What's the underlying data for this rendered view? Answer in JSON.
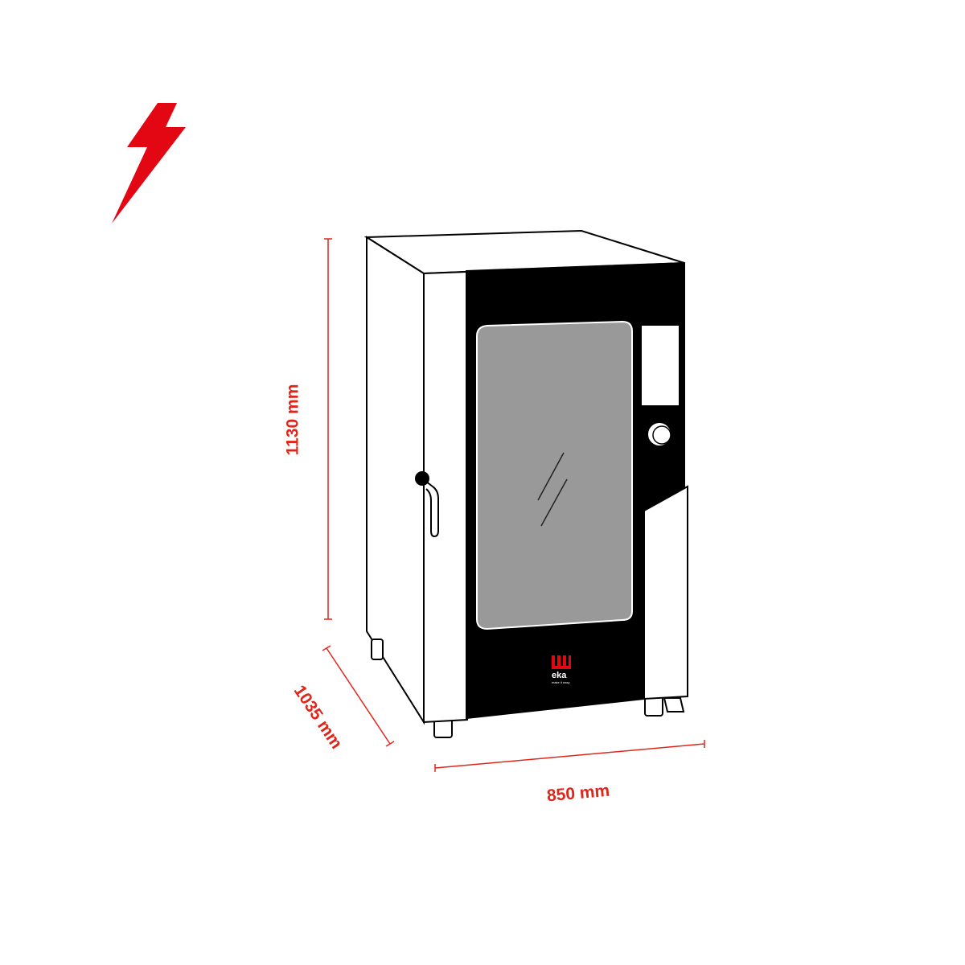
{
  "product": {
    "logo_text": "eka",
    "logo_tagline": "make it easy"
  },
  "power_icon": "lightning-bolt-icon",
  "dimensions": {
    "height_label": "1130 mm",
    "depth_label": "1035 mm",
    "width_label": "850 mm"
  },
  "colors": {
    "accent": "#e30613",
    "dimension": "#e0261b",
    "panel": "#000000",
    "glass": "#999999"
  }
}
